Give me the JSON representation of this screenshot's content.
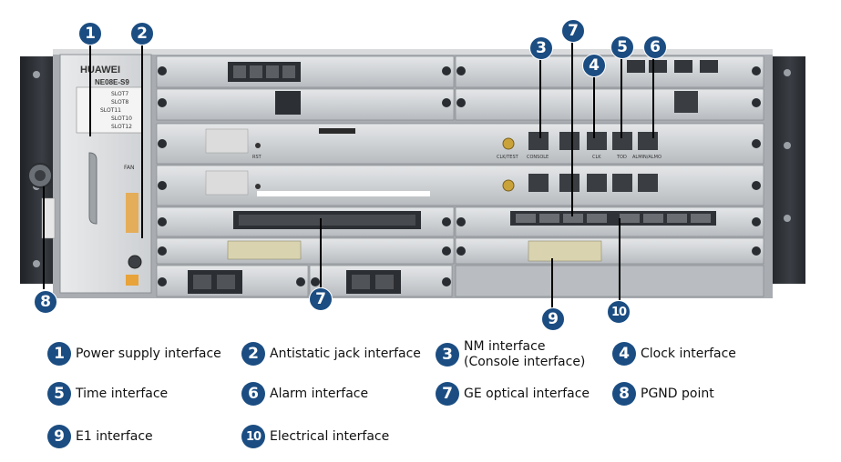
{
  "panel": {
    "brand": "HUAWEI",
    "model": "NE08E-S9",
    "fan_label": "FAN",
    "slot_labels": [
      "SLOT7",
      "SLOT8",
      "SLOT11",
      "SLOT10",
      "SLOT12"
    ],
    "port_labels": {
      "console": "CONSOLE",
      "clk": "CLK",
      "tod": "TOD",
      "alarm": "ALMIN/ALMO",
      "clk_test": "CLK/TEST",
      "rst": "RST"
    }
  },
  "callouts": [
    "1",
    "2",
    "3",
    "4",
    "5",
    "6",
    "7",
    "7",
    "8",
    "9",
    "10"
  ],
  "legend": [
    {
      "num": "1",
      "label": "Power supply interface"
    },
    {
      "num": "2",
      "label": "Antistatic jack interface"
    },
    {
      "num": "3",
      "label": "NM interface",
      "label2": "(Console interface)"
    },
    {
      "num": "4",
      "label": "Clock  interface"
    },
    {
      "num": "5",
      "label": "Time interface"
    },
    {
      "num": "6",
      "label": "Alarm interface"
    },
    {
      "num": "7",
      "label": "GE optical interface"
    },
    {
      "num": "8",
      "label": "PGND point"
    },
    {
      "num": "9",
      "label": "E1 interface"
    },
    {
      "num": "10",
      "label": "Electrical interface"
    }
  ],
  "colors": {
    "callout": "#1b4d82",
    "chassis": "#c9ccd0",
    "bracket": "#2e3136",
    "leader": "#000000"
  }
}
